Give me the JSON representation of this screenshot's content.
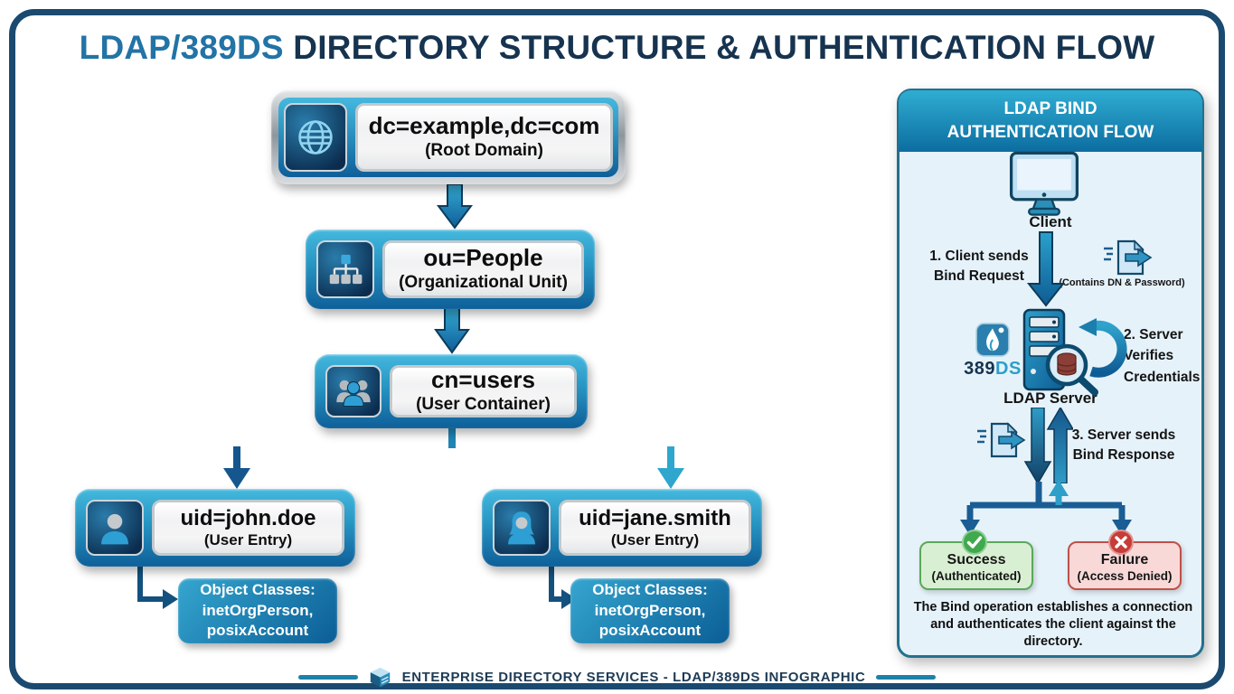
{
  "title": {
    "accent": "LDAP/389DS",
    "rest": " DIRECTORY STRUCTURE & AUTHENTICATION FLOW"
  },
  "tree": {
    "nodes": [
      {
        "label": "dc=example,dc=com",
        "sublabel": "(Root Domain)",
        "icon": "globe-icon"
      },
      {
        "label": "ou=People",
        "sublabel": "(Organizational Unit)",
        "icon": "org-chart-icon"
      },
      {
        "label": "cn=users",
        "sublabel": "(User Container)",
        "icon": "user-group-icon"
      },
      {
        "label": "uid=john.doe",
        "sublabel": "(User Entry)",
        "icon": "male-user-icon"
      },
      {
        "label": "uid=jane.smith",
        "sublabel": "(User Entry)",
        "icon": "female-user-icon"
      }
    ],
    "object_classes_left": {
      "line1": "Object Classes:",
      "line2": "inetOrgPerson,",
      "line3": "posixAccount"
    },
    "object_classes_right": {
      "line1": "Object Classes:",
      "line2": "inetOrgPerson,",
      "line3": "posixAccount"
    }
  },
  "flow_panel": {
    "header_line1": "LDAP BIND",
    "header_line2": "AUTHENTICATION FLOW",
    "client_label": "Client",
    "step1_line1": "1. Client sends",
    "step1_line2": "Bind Request",
    "step1_note": "(Contains DN & Password)",
    "logo_389": "389",
    "logo_ds": "DS",
    "server_label": "LDAP Server",
    "step2_line1": "2. Server",
    "step2_line2": "Verifies",
    "step2_line3": "Credentials",
    "step3_line1": "3. Server sends",
    "step3_line2": "Bind Response",
    "success_title": "Success",
    "success_sub": "(Authenticated)",
    "failure_title": "Failure",
    "failure_sub": "(Access Denied)",
    "caption": "The Bind operation establishes a connection and authenticates the client against the directory."
  },
  "footer": {
    "text": "ENTERPRISE DIRECTORY SERVICES - LDAP/389DS INFOGRAPHIC"
  },
  "colors": {
    "accent_blue": "#2273a6",
    "navy": "#16334f",
    "teal": "#2196c5",
    "frame_border": "#1b4a70",
    "success_green": "#3fae4e",
    "failure_red": "#c63d38"
  }
}
